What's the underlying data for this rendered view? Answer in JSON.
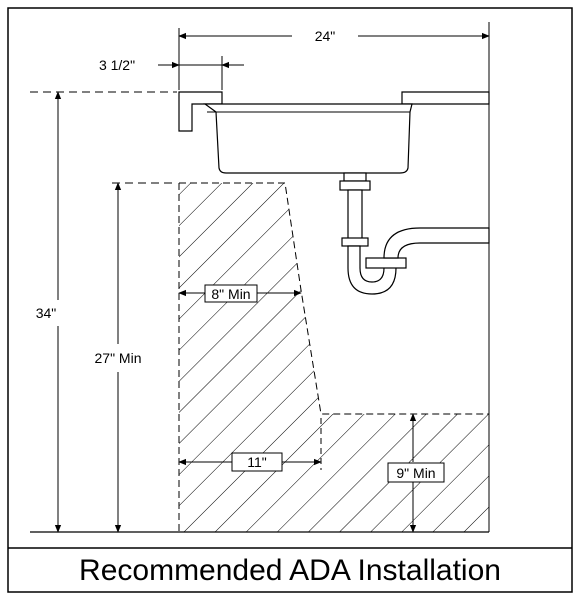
{
  "labels": {
    "width_total": "24\"",
    "faucet_offset": "3 1/2\"",
    "rim_height": "34\"",
    "knee_height": "27\" Min",
    "knee_depth": "8\" Min",
    "toe_depth": "11\"",
    "toe_height": "9\" Min"
  },
  "caption": "Recommended ADA Installation",
  "colors": {
    "line": "#000000",
    "pipe_fill": "#ffffff",
    "background": "#ffffff"
  }
}
